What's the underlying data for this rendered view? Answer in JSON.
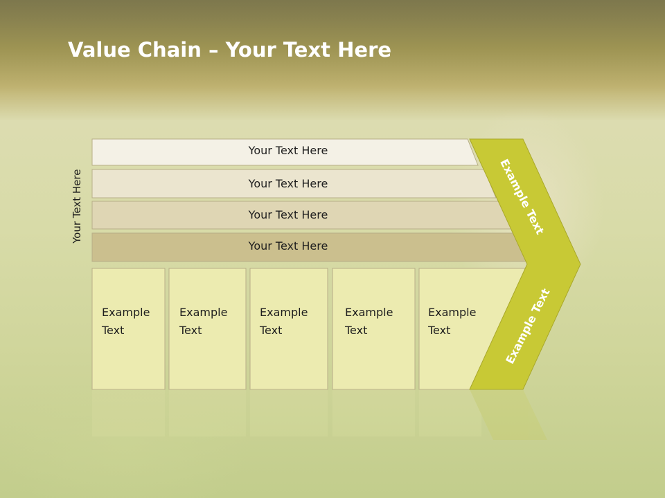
{
  "title": {
    "bold": "Value Chain",
    "rest": " – Your Text Here"
  },
  "side_label": "Your Text Here",
  "bars": [
    "Your Text Here",
    "Your Text Here",
    "Your Text Here",
    "Your Text Here"
  ],
  "boxes": [
    "Example\nText",
    "Example\nText",
    "Example\nText",
    "Example\nText",
    "Example\nText"
  ],
  "arrow": {
    "upper_text": "Example Text",
    "lower_text": "Example Text"
  },
  "colors": {
    "bar1": "#f4f1e6",
    "bar2": "#ebe5cf",
    "bar3": "#dfd6b4",
    "bar4": "#cbbf8e",
    "box": "#ecebb0",
    "arrow": "#c8c935",
    "outline": "#b7ae87"
  }
}
